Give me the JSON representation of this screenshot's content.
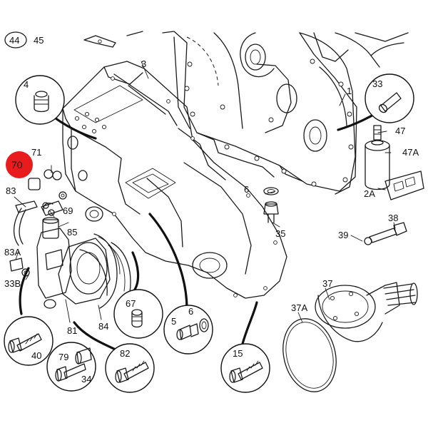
{
  "header": {
    "page_ref": "44",
    "sheet_ref": "45"
  },
  "highlight_color": "#e81c1c",
  "callouts": {
    "c1": "1",
    "c2A": "2A",
    "c3": "3",
    "c4": "4",
    "c5": "5",
    "c6a": "6",
    "c6b": "6",
    "c15": "15",
    "c33": "33",
    "c33B": "33B",
    "c34": "34",
    "c35": "35",
    "c37": "37",
    "c37A": "37A",
    "c38": "38",
    "c39": "39",
    "c40": "40",
    "c47": "47",
    "c47A": "47A",
    "c67": "67",
    "c69": "69",
    "c70": "70",
    "c71": "71",
    "c79": "79",
    "c81": "81",
    "c82": "82",
    "c83": "83",
    "c83A": "83A",
    "c84": "84",
    "c85": "85"
  }
}
